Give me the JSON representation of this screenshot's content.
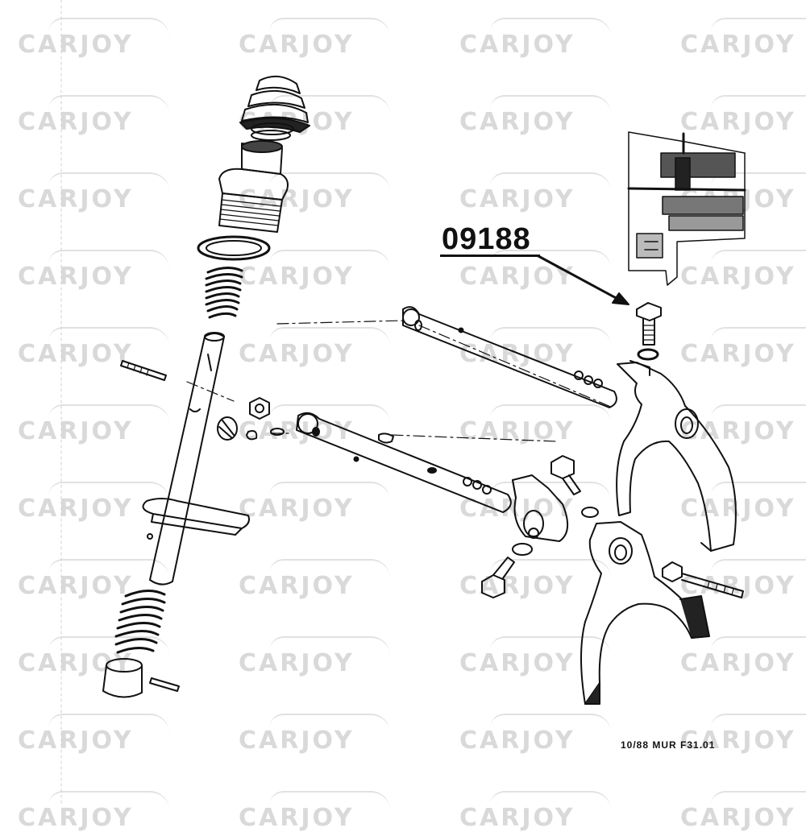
{
  "watermark": {
    "text": "CARJOY"
  },
  "callout": {
    "part_number": "09188"
  },
  "footer": {
    "code": "10/88  MUR  F31.01"
  },
  "icons": [
    "watermark-car-icon",
    "callout-arrow-icon"
  ],
  "colors": {
    "ink": "#111111",
    "watermark": "#d9d9d9",
    "background": "#ffffff"
  }
}
